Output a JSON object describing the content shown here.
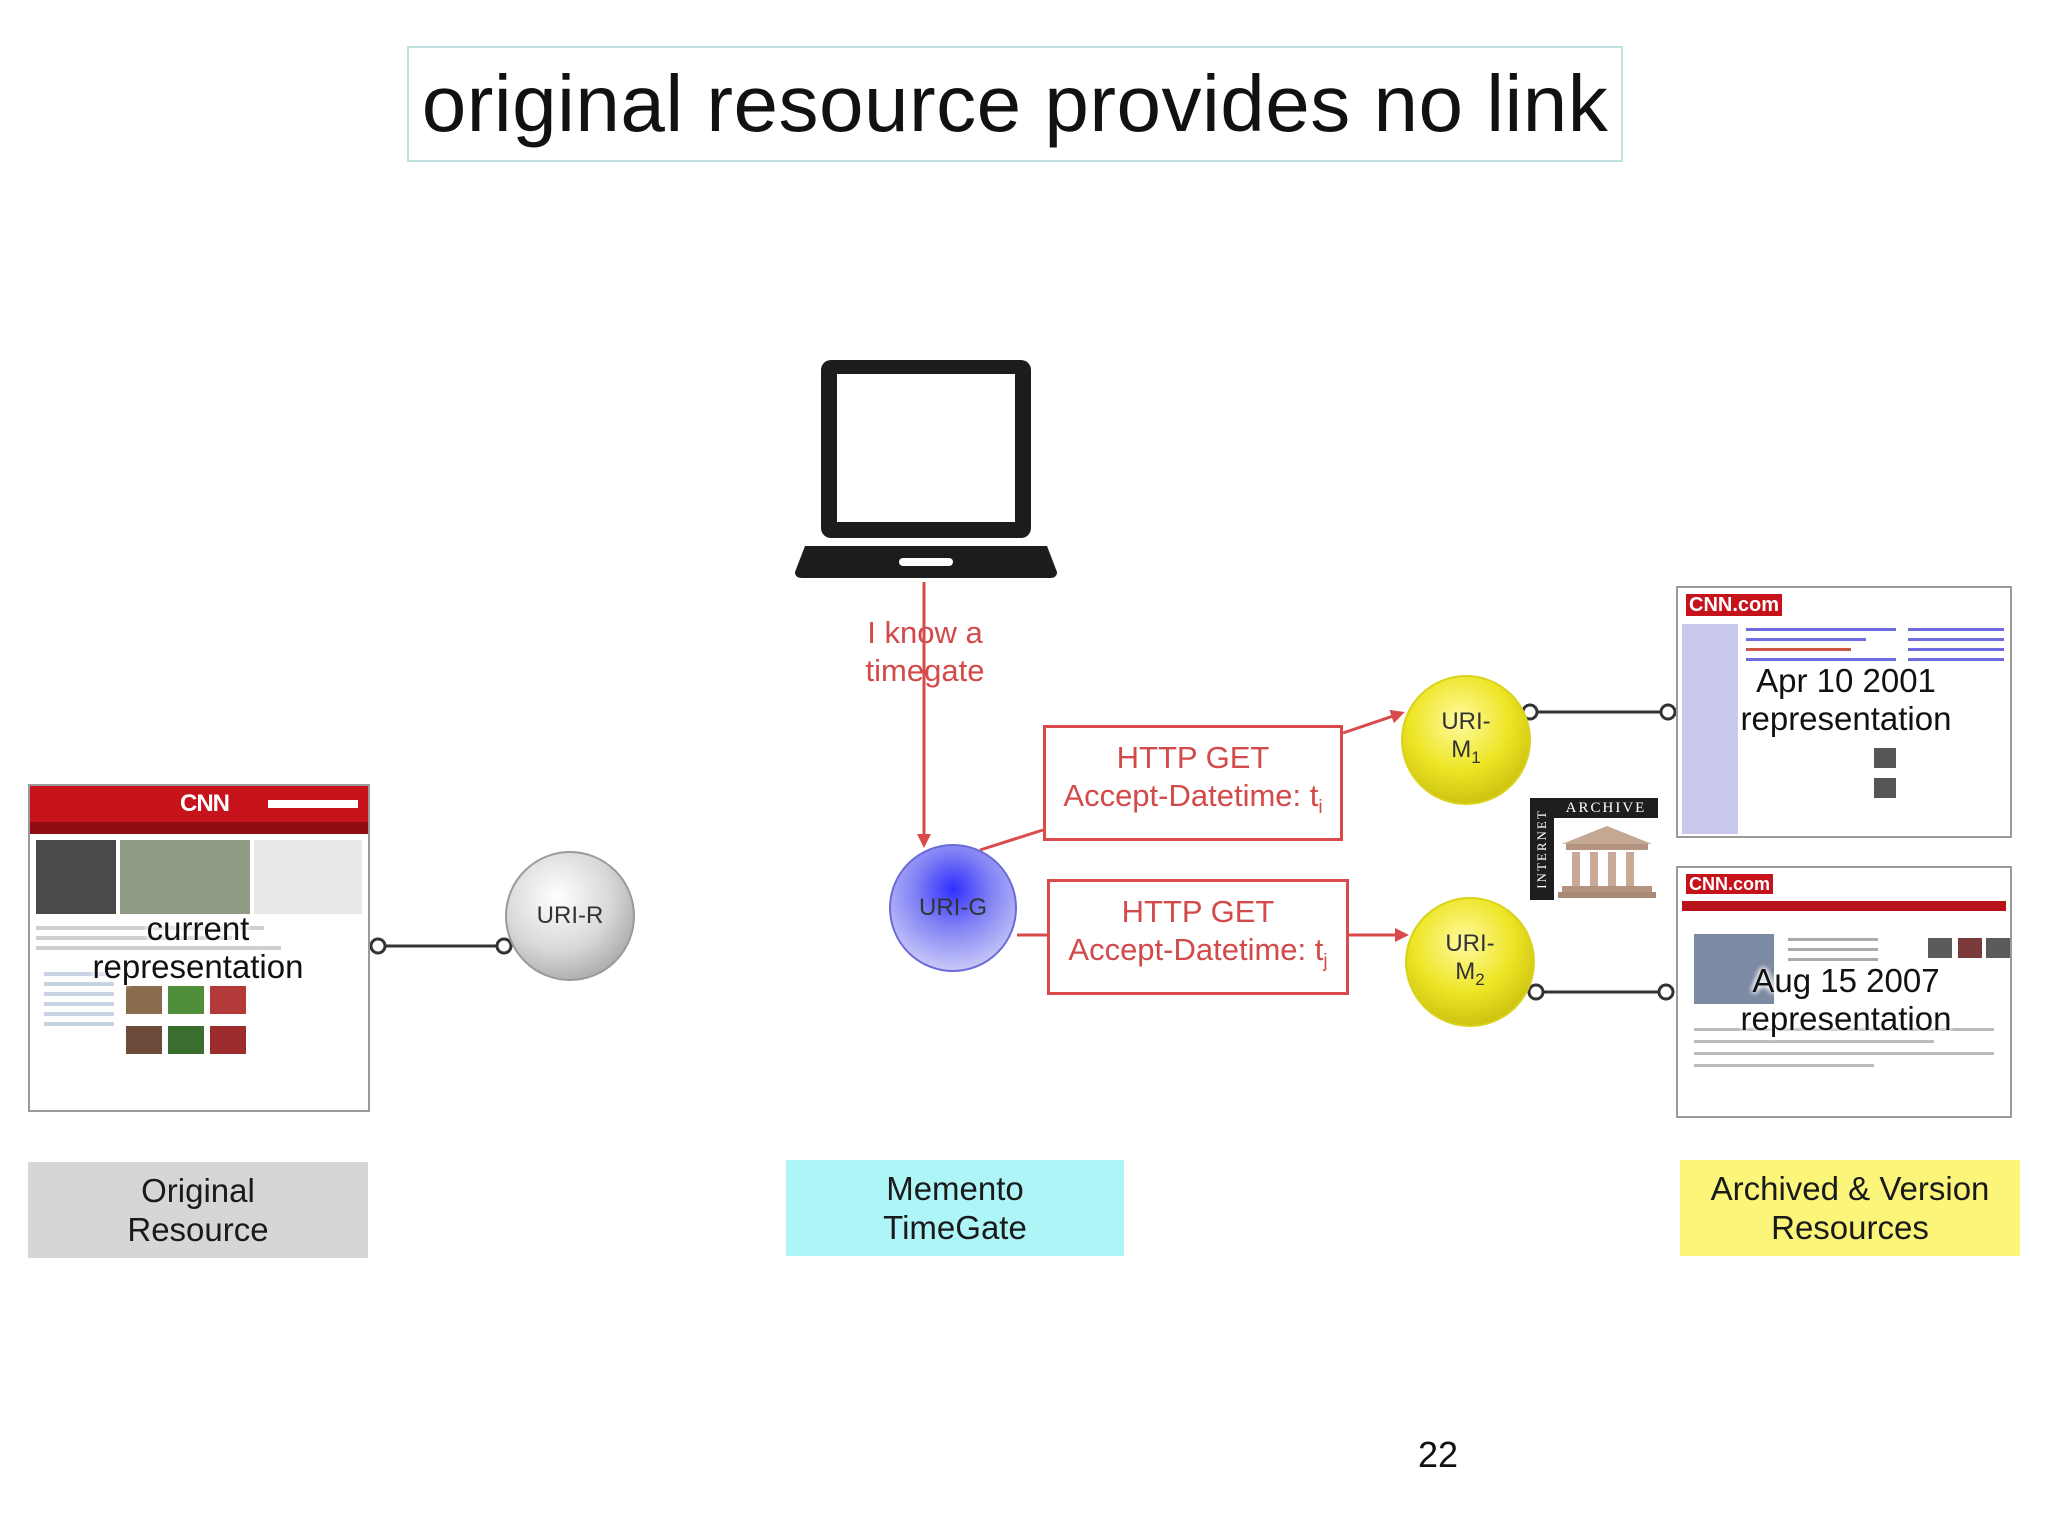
{
  "title": "original resource provides no link",
  "client_annotation": "I know a\ntimegate",
  "original": {
    "circle_label": "URI-R",
    "thumb_caption": "current\nrepresentation",
    "logo": "CNN",
    "label": "Original\nResource"
  },
  "timegate": {
    "circle_label": "URI-G",
    "label": "Memento\nTimeGate"
  },
  "requests": [
    {
      "line1": "HTTP GET",
      "line2_prefix": "Accept-Datetime: t",
      "line2_sub": "i"
    },
    {
      "line1": "HTTP GET",
      "line2_prefix": "Accept-Datetime: t",
      "line2_sub": "j"
    }
  ],
  "mementos": [
    {
      "label_top": "URI-",
      "label_main": "M",
      "label_sub": "1",
      "date": "Apr 10 2001",
      "caption": "representation",
      "logo": "CNN.com"
    },
    {
      "label_top": "URI-",
      "label_main": "M",
      "label_sub": "2",
      "date": "Aug 15 2007",
      "caption": "representation",
      "logo": "CNN.com"
    }
  ],
  "archive_logo": {
    "vertical": "INTERNET",
    "horizontal": "ARCHIVE"
  },
  "archived_label": "Archived & Version\nResources",
  "page_number": "22",
  "colors": {
    "accent_red": "#d94b4b",
    "timegate_label_bg": "#aef5f7",
    "archived_label_bg": "#fbf67a",
    "original_label_bg": "#d6d6d6",
    "memento_circle": "#e6e21a",
    "timegate_circle": "#6b6bf2",
    "resource_circle": "#cfcfcf"
  }
}
